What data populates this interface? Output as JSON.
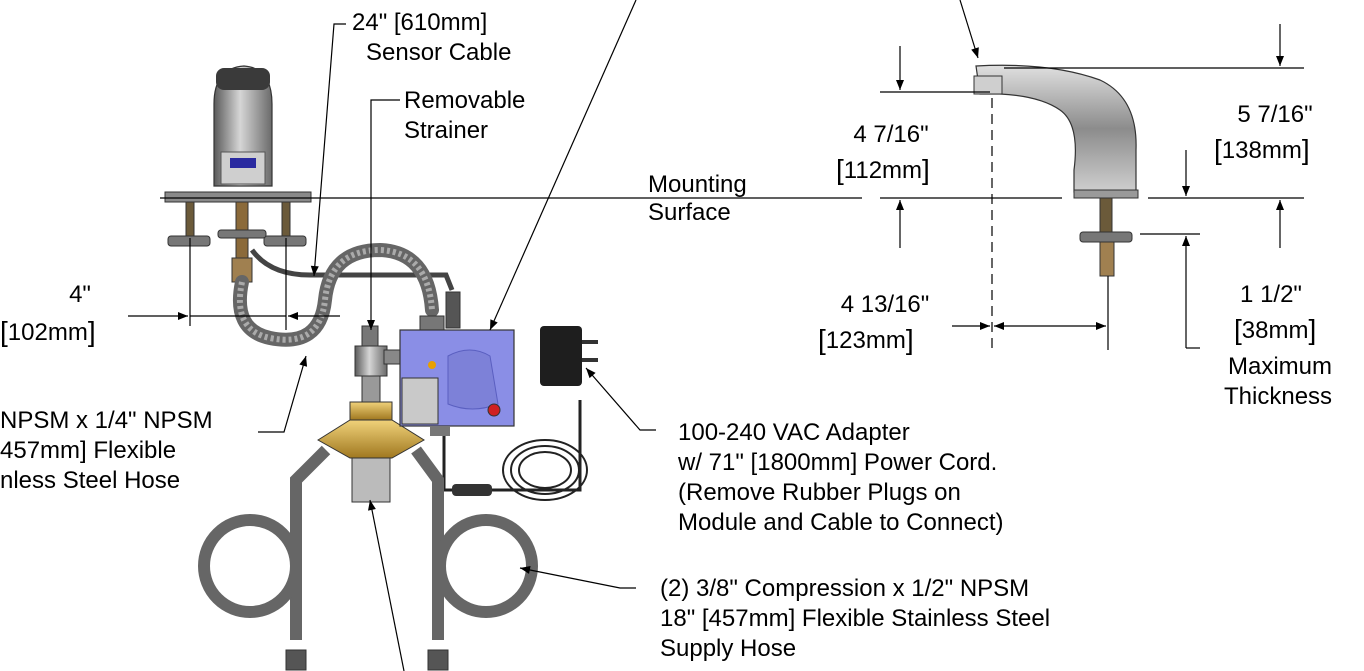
{
  "labels": {
    "sensor_cable_1": "24\" [610mm]",
    "sensor_cable_2": "Sensor Cable",
    "strainer_1": "Removable",
    "strainer_2": "Strainer",
    "mounting_1": "Mounting",
    "mounting_2": "Surface",
    "hose_1": "NPSM x 1/4\" NPSM",
    "hose_2": "457mm] Flexible",
    "hose_3": "nless Steel Hose",
    "adapter_1": "100-240 VAC Adapter",
    "adapter_2": "w/ 71\" [1800mm] Power Cord.",
    "adapter_3": "(Remove Rubber Plugs on",
    "adapter_4": "Module and Cable to Connect)",
    "supply_1": "(2) 3/8\" Compression x 1/2\" NPSM",
    "supply_2": "18\" [457mm] Flexible Stainless Steel",
    "supply_3": "Supply Hose",
    "max_thickness_1": "Maximum",
    "max_thickness_2": "Thickness"
  },
  "dimensions": {
    "spacing_in": "4\"",
    "spacing_mm": "102mm",
    "height_in": "4 7/16\"",
    "height_mm": "112mm",
    "total_in": "5 7/16\"",
    "total_mm": "138mm",
    "reach_in": "4 13/16\"",
    "reach_mm": "123mm",
    "thick_in": "1 1/2\"",
    "thick_mm": "38mm"
  },
  "colors": {
    "line": "#000000",
    "module": "#8a8ee6",
    "module_dark": "#5a5fc0",
    "brass": "#c8a030",
    "chrome": "#9a9a9a",
    "hose": "#777777"
  }
}
